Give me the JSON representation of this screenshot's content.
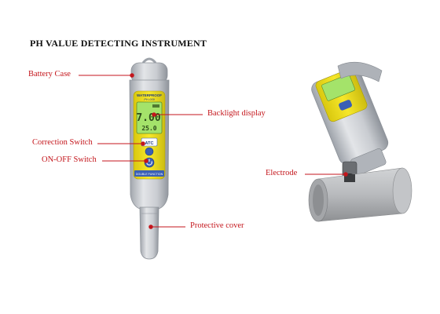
{
  "title": "PH VALUE DETECTING INSTRUMENT",
  "device": {
    "brand_top": "WATERPROOF",
    "model": "PH-009",
    "reading": "7.00",
    "reading_sub": "25.0",
    "atc_label": "ATC",
    "bottom_label": "DOUBLE FUNCTION"
  },
  "labels": {
    "battery_case": "Battery Case",
    "backlight_display": "Backlight display",
    "correction_switch": "Correction Switch",
    "on_off_switch": "ON-OFF Switch",
    "protective_cover": "Protective cover",
    "electrode": "Electrode"
  },
  "colors": {
    "callout_red": "#c4161c",
    "body_gray": "#c9ccd1",
    "body_shadow": "#9ea3aa",
    "panel_yellow": "#f1e21a",
    "lcd_green": "#a4e36a",
    "lcd_text": "#2c4a1a",
    "button_blue": "#3a5fb5",
    "tube_gray": "#b8babd"
  }
}
